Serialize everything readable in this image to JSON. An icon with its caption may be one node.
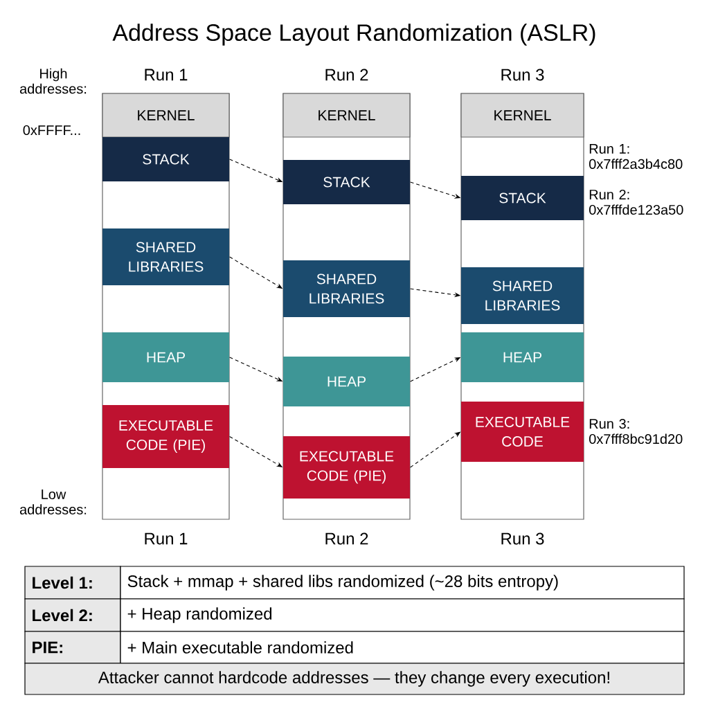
{
  "diagram": {
    "title": "Address Space Layout Randomization (ASLR)",
    "nodes": [
      {
        "text": [
          "Run 1",
          "Run 1"
        ]
      },
      {
        "text": [
          "KERNEL"
        ],
        "in": 0
      },
      {
        "text": [
          "STACK"
        ],
        "in": 0
      },
      {
        "text": [
          "SHARED LIBRARIES"
        ],
        "in": 0
      },
      {
        "text": [
          "HEAP"
        ],
        "in": 0
      },
      {
        "text": [
          "EXECUTABLE CODE (PIE)"
        ],
        "in": 0
      },
      {
        "text": [
          "Run 2",
          "Run 2"
        ]
      },
      {
        "text": [
          "KERNEL"
        ],
        "in": 6
      },
      {
        "text": [
          "STACK"
        ],
        "in": 6
      },
      {
        "text": [
          "SHARED LIBRARIES"
        ],
        "in": 6
      },
      {
        "text": [
          "HEAP"
        ],
        "in": 6
      },
      {
        "text": [
          "EXECUTABLE CODE (PIE)"
        ],
        "in": 6
      },
      {
        "text": [
          "Run 3",
          "Run 3"
        ]
      },
      {
        "text": [
          "KERNEL"
        ],
        "in": 12
      },
      {
        "text": [
          "STACK"
        ],
        "in": 12
      },
      {
        "text": [
          "SHARED LIBRARIES"
        ],
        "in": 12
      },
      {
        "text": [
          "HEAP"
        ],
        "in": 12
      },
      {
        "text": [
          "EXECUTABLE CODE"
        ],
        "in": 12
      }
    ],
    "edges": [
      {
        "from": 2,
        "to": 8,
        "arrow": "to",
        "style": "dashed"
      },
      {
        "from": 3,
        "to": 9,
        "arrow": "to",
        "style": "dashed"
      },
      {
        "from": 4,
        "to": 10,
        "arrow": "to",
        "style": "dashed"
      },
      {
        "from": 5,
        "to": 11,
        "arrow": "to",
        "style": "dashed"
      },
      {
        "from": 8,
        "to": 14,
        "arrow": "to",
        "style": "dashed"
      },
      {
        "from": 9,
        "to": 15,
        "arrow": "to",
        "style": "dashed"
      },
      {
        "from": 10,
        "to": 16,
        "arrow": "to",
        "style": "dashed"
      },
      {
        "from": 11,
        "to": 17,
        "arrow": "to",
        "style": "dashed"
      }
    ],
    "labels": [
      "High addresses:",
      "0xFFFF...",
      "Run 1: 0x7fff2a3b4c80",
      "Run 2: 0x7fffde123a50",
      "Run 3: 0x7fff8bc91d20",
      "Low addresses:",
      "Level 1:",
      "Stack + mmap + shared libs randomized (~28 bits entropy)",
      "Level 2:",
      "+ Heap randomized",
      "PIE:",
      "+ Main executable randomized",
      "Attacker cannot hardcode addresses — they change every execution!"
    ]
  }
}
